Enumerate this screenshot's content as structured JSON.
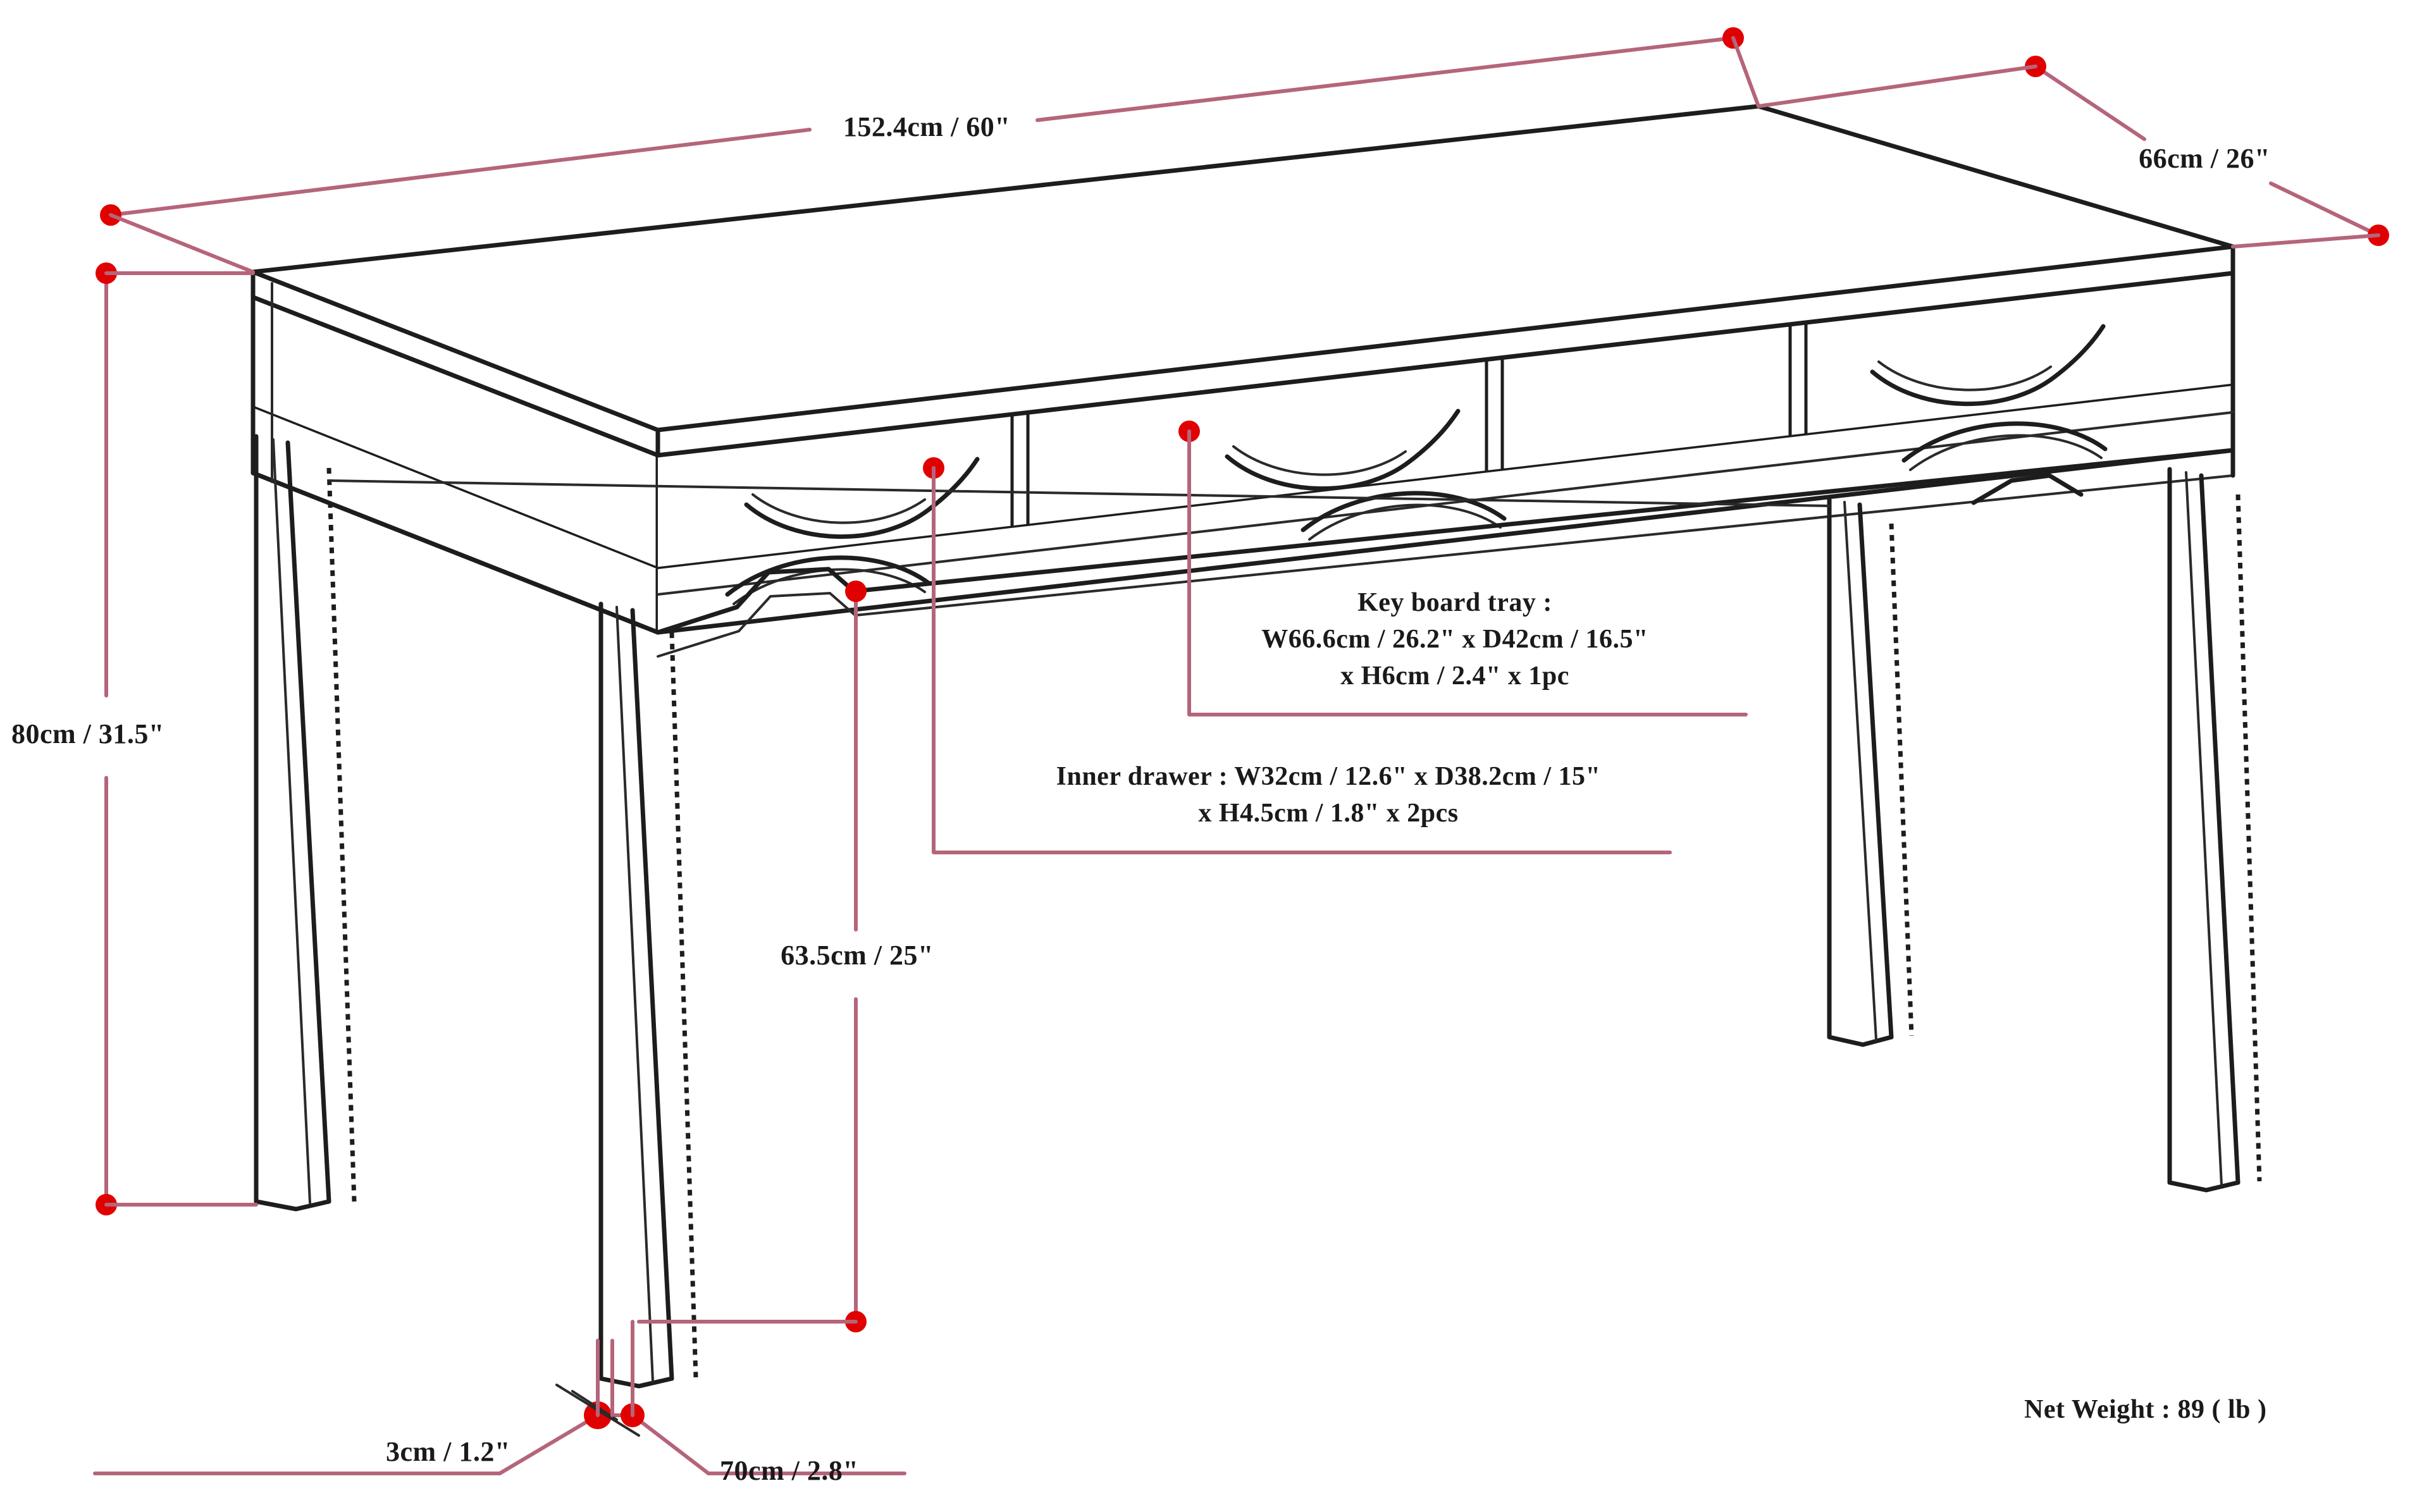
{
  "diagram": {
    "title": "Desk dimension diagram",
    "product": "Writing desk with two drawers and keyboard tray",
    "colors": {
      "outline": "#1d1d1d",
      "dimension_line": "#b5657a",
      "dimension_dot": "#e00000",
      "text": "#1a1a1a",
      "background": "#ffffff"
    }
  },
  "dimensions": {
    "width": "152.4cm / 60\"",
    "depth": "66cm / 26\"",
    "height": "80cm / 31.5\"",
    "clearance_height": "63.5cm / 25\"",
    "leg_thickness": "3cm / 1.2\"",
    "leg_spread": "70cm / 2.8\""
  },
  "callouts": {
    "keyboard_tray": {
      "line1": "Key board tray :",
      "line2": "W66.6cm / 26.2\" x D42cm / 16.5\"",
      "line3": "x H6cm / 2.4\" x 1pc"
    },
    "inner_drawer": {
      "line1": "Inner drawer : W32cm / 12.6\" x D38.2cm / 15\"",
      "line2": "x H4.5cm / 1.8\" x 2pcs"
    }
  },
  "net_weight": {
    "label": "Net Weight : 89 ( lb )"
  }
}
